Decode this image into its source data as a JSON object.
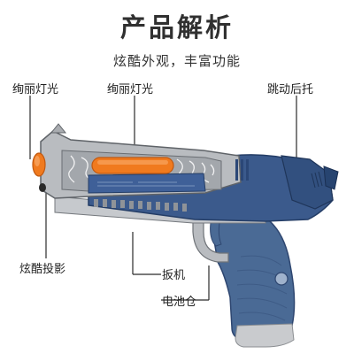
{
  "header": {
    "title": "产品解析",
    "subtitle": "炫酷外观，丰富功能"
  },
  "callouts": {
    "light_left": "绚丽灯光",
    "light_middle": "绚丽灯光",
    "recoil": "跳动后托",
    "projection": "炫酷投影",
    "trigger": "扳机",
    "battery": "电池仓"
  },
  "colors": {
    "body_blue": "#3b5a8c",
    "frame_gray": "#b9bcc0",
    "grip_blue": "#4a6a95",
    "light_orange": "#f07a1e",
    "text_dark": "#303030"
  }
}
